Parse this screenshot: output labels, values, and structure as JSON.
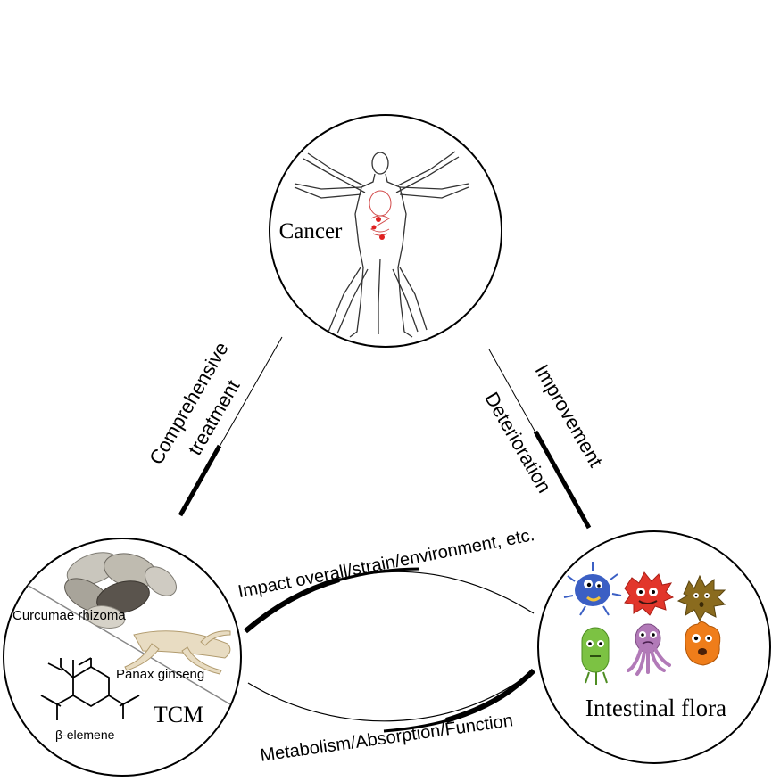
{
  "nodes": {
    "cancer": {
      "label": "Cancer"
    },
    "tcm": {
      "label": "TCM",
      "herb1": "Curcumae rhizoma",
      "herb2": "Panax ginseng",
      "compound": "β-elemene"
    },
    "flora": {
      "label": "Intestinal flora"
    }
  },
  "edges": {
    "left_line1": "Comprehensive",
    "left_line2": "treatment",
    "right_line1": "Improvement",
    "right_line2": "Deterioration",
    "top_arc": "Impact overall/strain/environment, etc.",
    "bottom_arc": "Metabolism/Absorption/Function"
  },
  "colors": {
    "line": "#000000",
    "microbe_blue": "#3b5fc4",
    "microbe_red": "#e2362b",
    "microbe_brown": "#8a6b1e",
    "microbe_green": "#7cc243",
    "microbe_purple": "#b27ab8",
    "microbe_orange": "#ef7d1a"
  }
}
